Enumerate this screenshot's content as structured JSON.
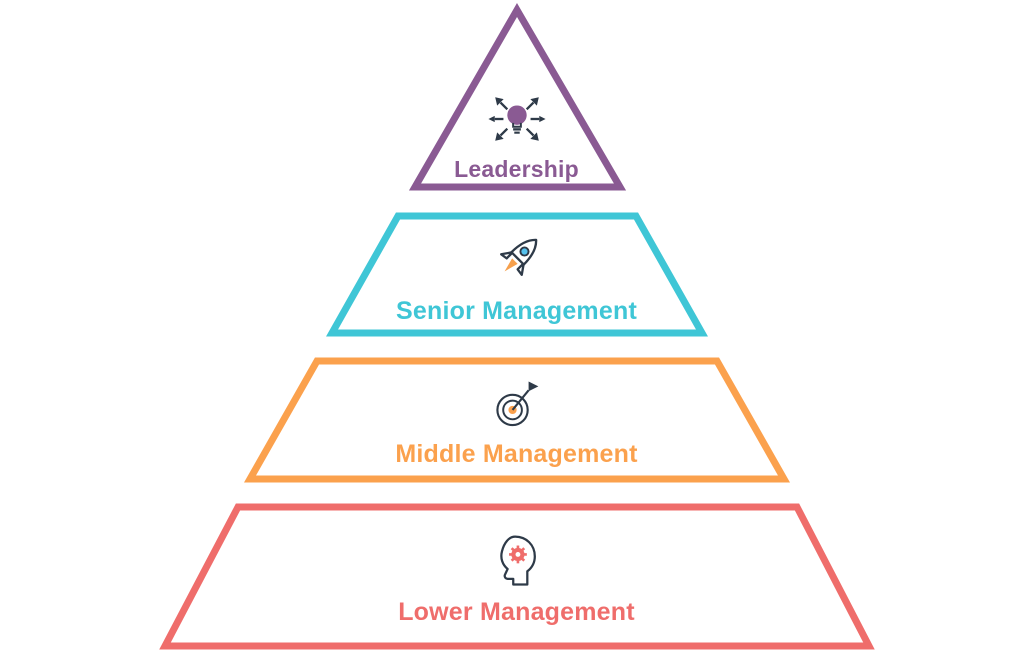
{
  "diagram": {
    "background": "#ffffff",
    "icon_ink": "#2e3a48",
    "levels": [
      {
        "label": "Leadership",
        "color": "#8a5a93",
        "icon": "idea-lightbulb-icon"
      },
      {
        "label": "Senior Management",
        "color": "#3fc6d6",
        "icon": "rocket-icon"
      },
      {
        "label": "Middle Management",
        "color": "#fba14d",
        "icon": "target-flag-icon"
      },
      {
        "label": "Lower Management",
        "color": "#ef6d6b",
        "icon": "head-gear-icon"
      }
    ]
  }
}
